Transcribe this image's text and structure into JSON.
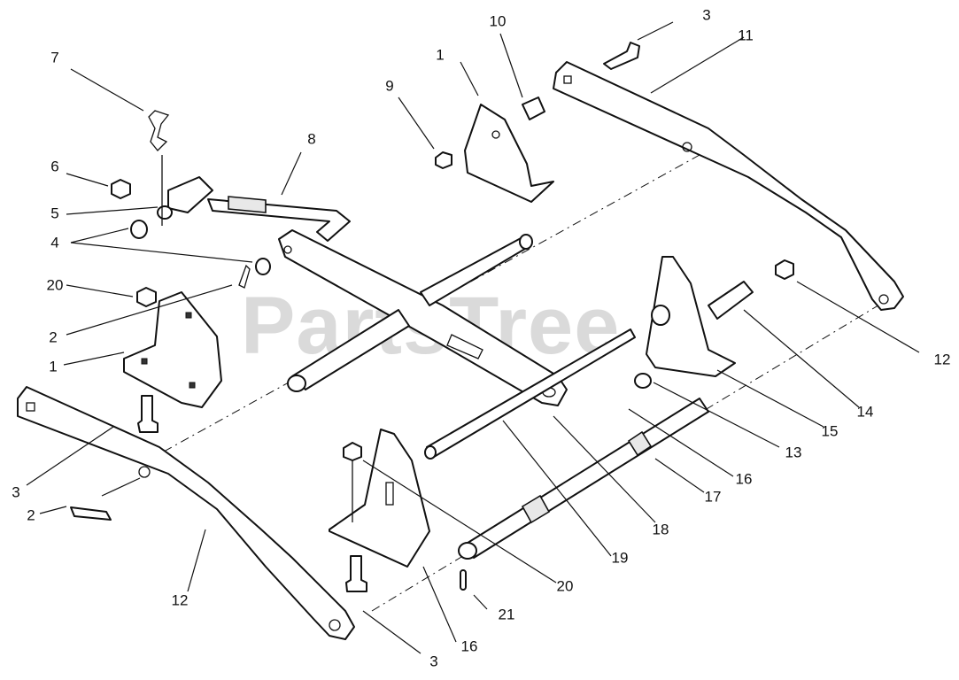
{
  "watermark": "PartsTree",
  "callouts": {
    "c1a": "1",
    "c1b": "1",
    "c2a": "2",
    "c2b": "2",
    "c3a": "3",
    "c3b": "3",
    "c3c": "3",
    "c4": "4",
    "c5": "5",
    "c6": "6",
    "c7": "7",
    "c8": "8",
    "c9": "9",
    "c10": "10",
    "c11": "11",
    "c12a": "12",
    "c12b": "12",
    "c13": "13",
    "c14": "14",
    "c15": "15",
    "c16a": "16",
    "c16b": "16",
    "c17": "17",
    "c18": "18",
    "c19": "19",
    "c20a": "20",
    "c20b": "20",
    "c21": "21"
  }
}
